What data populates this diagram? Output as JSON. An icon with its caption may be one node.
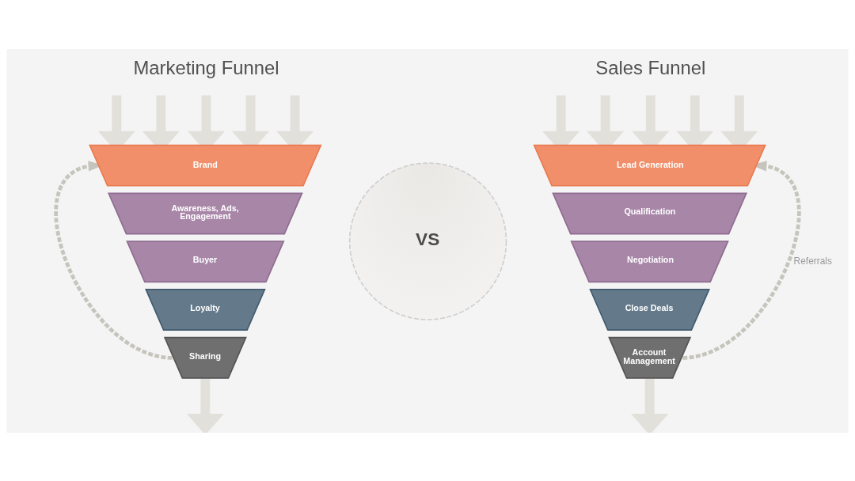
{
  "diagram": {
    "nodes": [
      {
        "text": [
          "Brand"
        ]
      },
      {
        "text": [
          "Awareness, Ads, Engagement"
        ]
      },
      {
        "text": [
          "Buyer"
        ]
      },
      {
        "text": [
          "Loyalty"
        ]
      },
      {
        "text": [
          "Sharing"
        ]
      },
      {
        "text": [
          "VS"
        ]
      },
      {
        "text": [
          "Lead Generation"
        ]
      },
      {
        "text": [
          "Qualification"
        ]
      },
      {
        "text": [
          "Negotiation"
        ]
      },
      {
        "text": [
          "Close Deals"
        ]
      },
      {
        "text": [
          "Account Management"
        ]
      }
    ],
    "edges": [
      {
        "from": null,
        "to": 0,
        "arrow": "to"
      },
      {
        "from": null,
        "to": 0,
        "arrow": "to"
      },
      {
        "from": null,
        "to": 0,
        "arrow": "to"
      },
      {
        "from": null,
        "to": 0,
        "arrow": "to"
      },
      {
        "from": null,
        "to": 0,
        "arrow": "to"
      },
      {
        "from": 4,
        "to": null,
        "arrow": "to"
      },
      {
        "from": 4,
        "to": 0,
        "arrow": "to",
        "style": "dashed",
        "color": "#c5c5bd"
      },
      {
        "from": null,
        "to": 6,
        "arrow": "to"
      },
      {
        "from": null,
        "to": 6,
        "arrow": "to"
      },
      {
        "from": null,
        "to": 6,
        "arrow": "to"
      },
      {
        "from": null,
        "to": 6,
        "arrow": "to"
      },
      {
        "from": null,
        "to": 6,
        "arrow": "to"
      },
      {
        "from": 10,
        "to": null,
        "arrow": "to"
      },
      {
        "from": 10,
        "to": 6,
        "arrow": "to",
        "label": "Referrals",
        "style": "dashed",
        "color": "#c5c5bd"
      }
    ],
    "labels": [
      "Marketing Funnel",
      "Sales Funnel"
    ]
  }
}
